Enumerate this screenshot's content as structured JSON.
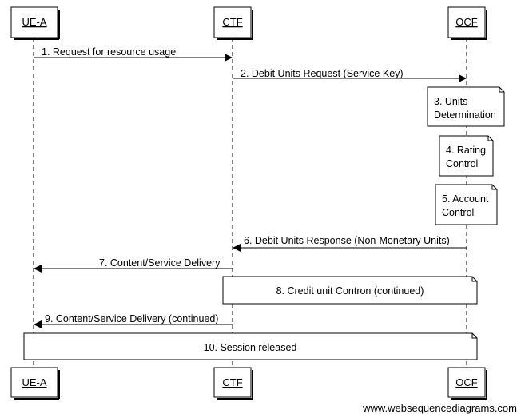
{
  "participants": [
    {
      "id": "ue",
      "name": "UE-A"
    },
    {
      "id": "ctf",
      "name": "CTF"
    },
    {
      "id": "ocf",
      "name": "OCF"
    }
  ],
  "messages": [
    {
      "label": "1. Request for resource usage",
      "from": "ue",
      "to": "ctf",
      "dashed": false
    },
    {
      "label": "2. Debit Units Request (Service Key)",
      "from": "ctf",
      "to": "ocf",
      "dashed": false
    },
    {
      "label": "6. Debit Units Response (Non-Monetary Units)",
      "from": "ocf",
      "to": "ctf",
      "dashed": false
    },
    {
      "label": "7. Content/Service Delivery",
      "from": "ctf",
      "to": "ue",
      "dashed": false
    },
    {
      "label": "9. Content/Service Delivery (continued)",
      "from": "ctf",
      "to": "ue",
      "dashed": false
    }
  ],
  "notes": [
    {
      "lines": [
        "3. Units",
        "Determination"
      ],
      "over": [
        "ocf"
      ]
    },
    {
      "lines": [
        "4. Rating",
        "Control"
      ],
      "over": [
        "ocf"
      ]
    },
    {
      "lines": [
        "5. Account",
        "Control"
      ],
      "over": [
        "ocf"
      ]
    },
    {
      "lines": [
        "8. Credit unit Contron (continued)"
      ],
      "over": [
        "ctf",
        "ocf"
      ]
    },
    {
      "lines": [
        "10. Session released"
      ],
      "over": [
        "ue",
        "ocf"
      ]
    }
  ],
  "watermark": "www.websequencediagrams.com"
}
